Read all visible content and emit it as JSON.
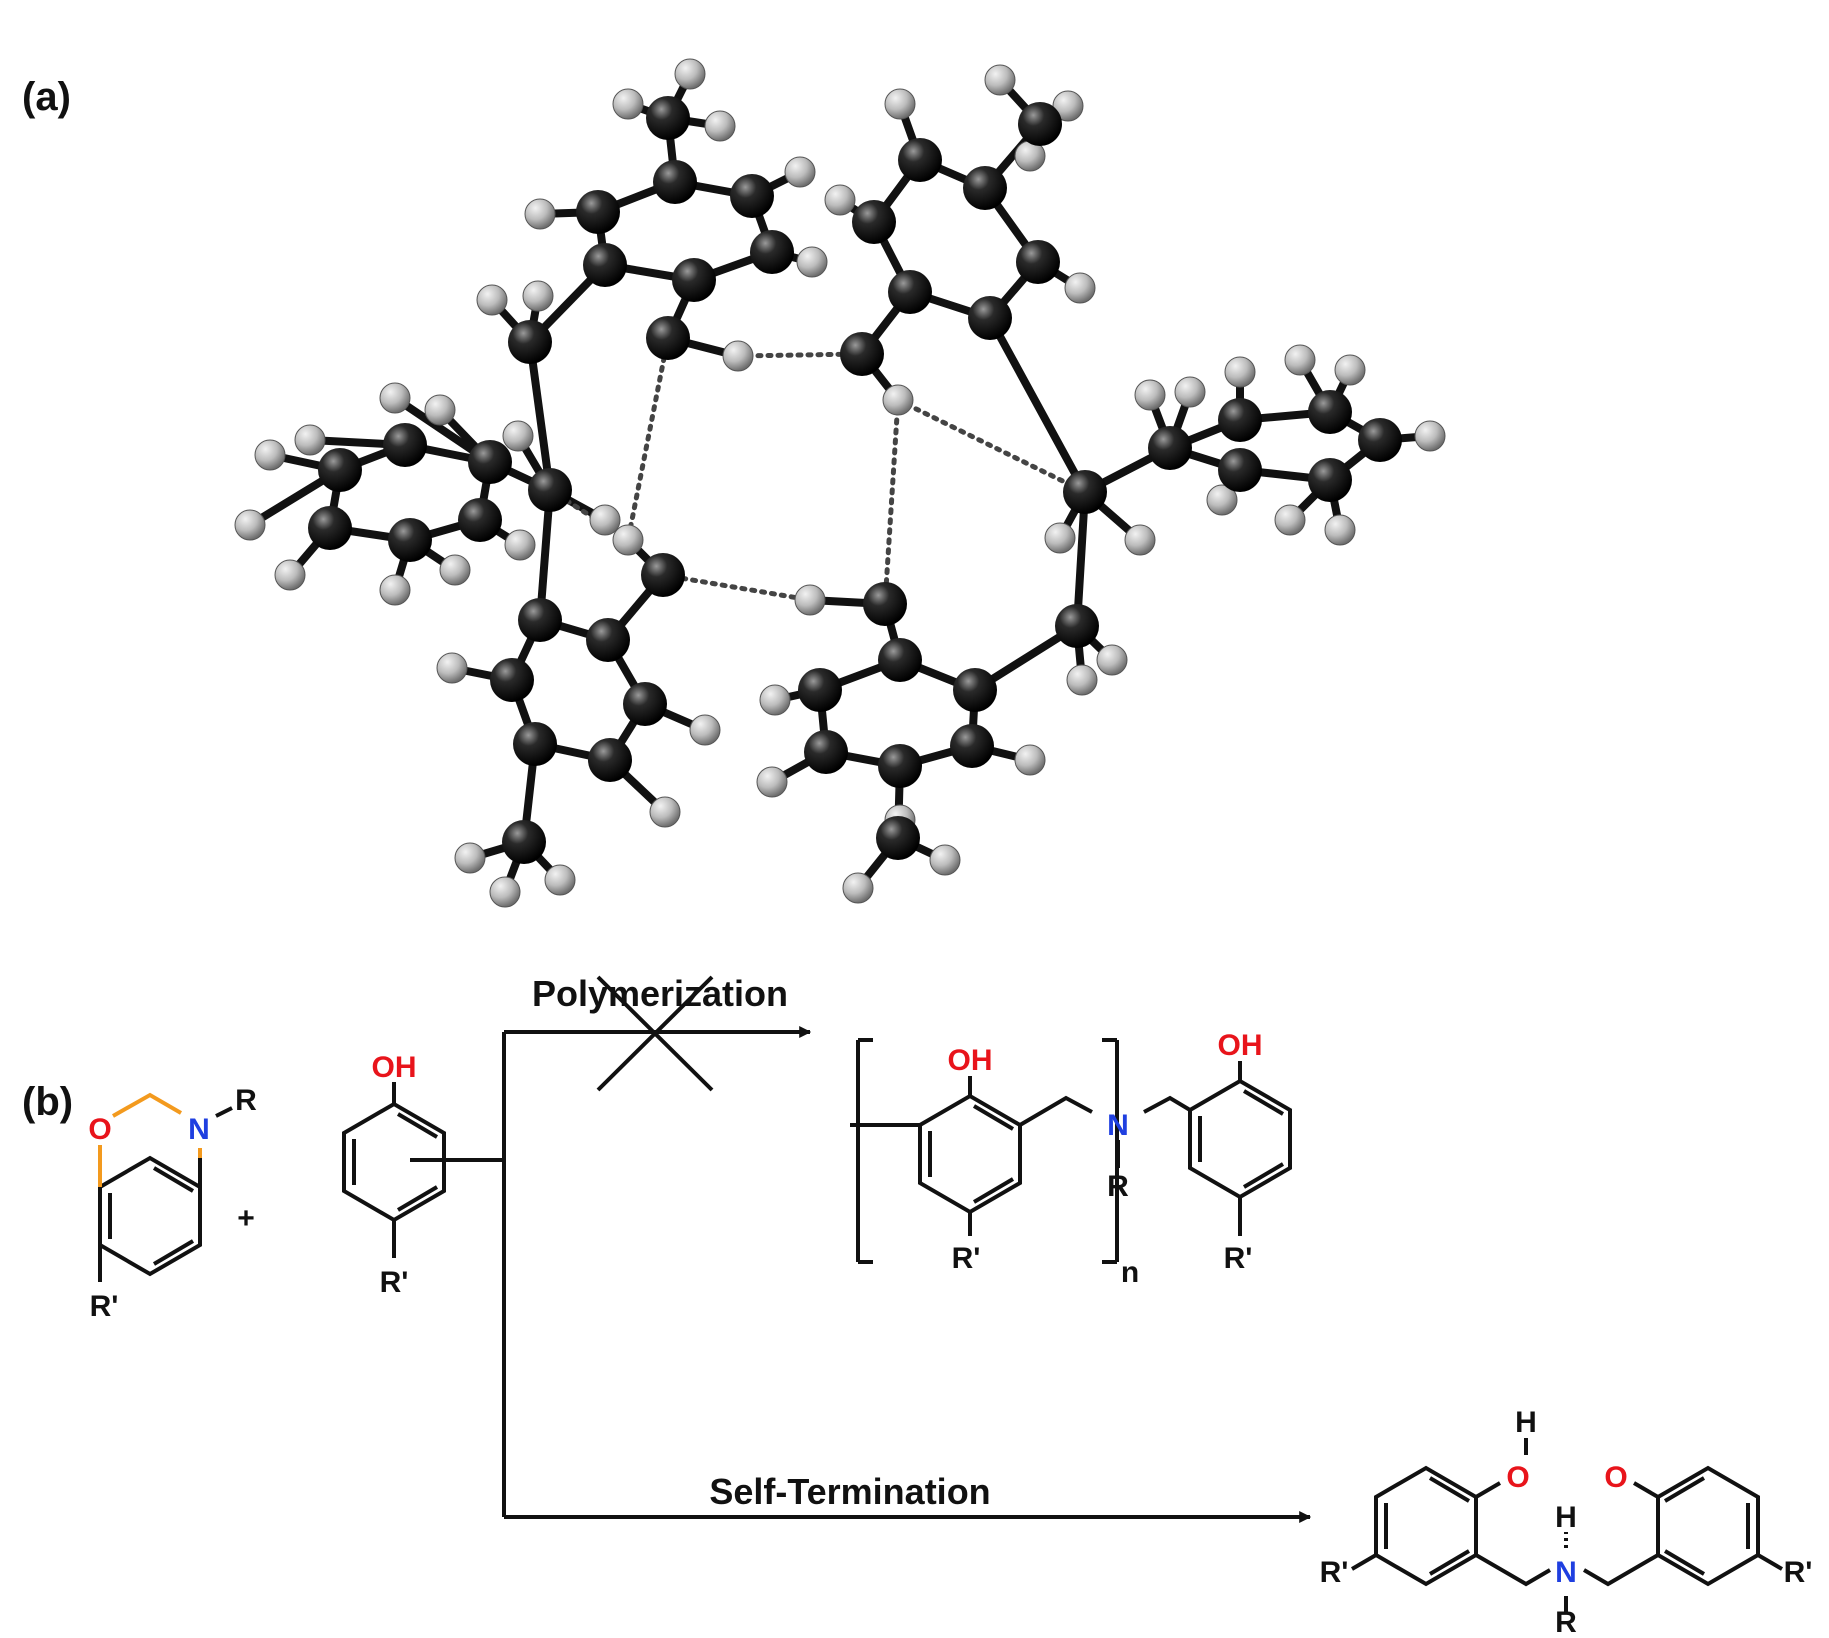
{
  "panels": {
    "a": {
      "label": "(a)"
    },
    "b": {
      "label": "(b)"
    }
  },
  "scheme": {
    "reactant_1": {
      "O": "O",
      "N": "N",
      "R": "R",
      "Rp": "R'"
    },
    "plus": "+",
    "reactant_2": {
      "OH": "OH",
      "Rp": "R'"
    },
    "upper_path": {
      "label": "Polymerization",
      "product": {
        "OH_1": "OH",
        "OH_2": "OH",
        "N": "N",
        "R": "R",
        "Rp_1": "R'",
        "Rp_2": "R'",
        "n": "n"
      }
    },
    "lower_path": {
      "label": "Self-Termination",
      "product": {
        "H_1": "H",
        "O_1": "O",
        "H_2": "H",
        "O_2": "O",
        "N": "N",
        "R": "R",
        "Rp_1": "R'",
        "Rp_2": "R'"
      }
    }
  },
  "colors": {
    "oxygen": "#e8141b",
    "nitrogen": "#1f3fe0",
    "ring_bonds": "#f39a1e",
    "atom_dark": "#111111",
    "atom_light": "#bdbdbd"
  }
}
